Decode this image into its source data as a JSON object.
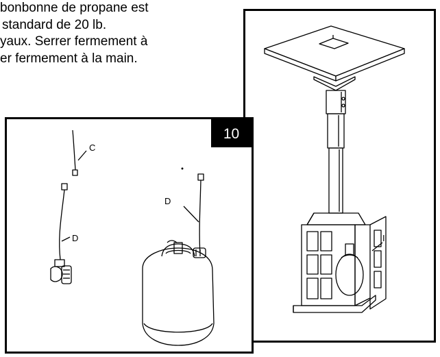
{
  "instructions": {
    "lines": [
      "bonbonne de propane est",
      "standard de 20 lb.",
      "yaux. Serrer fermement à",
      "er fermement à la main."
    ]
  },
  "step": {
    "number": "10"
  },
  "labels": {
    "hose_c": "C",
    "hose_d_left": "D",
    "hose_d_tank": "D",
    "door": "I"
  }
}
